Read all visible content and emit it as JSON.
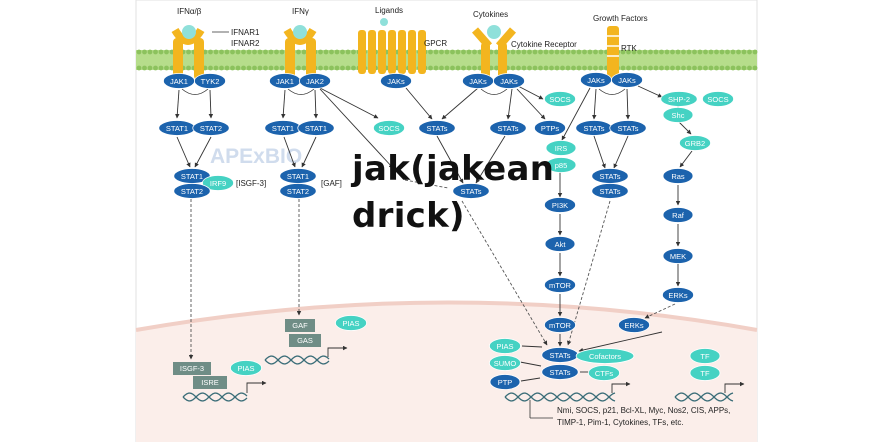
{
  "overlay": {
    "line1": "jak(jakean",
    "line2": "drick)"
  },
  "watermark": "APExBIO",
  "colors": {
    "dark": "#1c63ad",
    "teal": "#45d2c3",
    "membrane": "#b6dd8b",
    "nucleus": "#fbeeea",
    "gray": "#6f8d86"
  },
  "labels": {
    "ifnab": "IFNα/β",
    "ifng": "IFNγ",
    "ligands": "Ligands",
    "cytokines": "Cytokines",
    "growth": "Growth Factors",
    "ifnar1": "IFNAR1",
    "ifnar2": "IFNAR2",
    "gpcr": "GPCR",
    "cytokine_receptor": "Cytokine Receptor",
    "rtk": "RTK",
    "isgf3": "[ISGF-3]",
    "gaf": "[GAF]",
    "targets1": "Nmi, SOCS, p21, Bcl-XL, Myc, Nos2, CIS, APPs,",
    "targets2": "TIMP-1, Pim-1, Cytokines, TFs, etc."
  },
  "nodes": {
    "jak1_a": "JAK1",
    "tyk2": "TYK2",
    "jak1_b": "JAK1",
    "jak2": "JAK2",
    "jaks_gpcr": "JAKs",
    "jaks_c1": "JAKs",
    "jaks_c2": "JAKs",
    "socs_c": "SOCS",
    "jaks_r1": "JAKs",
    "jaks_r2": "JAKs",
    "shp2": "SHP-2",
    "socs_r": "SOCS",
    "stat1_a": "STAT1",
    "stat2_a": "STAT2",
    "stat1_b": "STAT1",
    "stat1_c": "STAT1",
    "socs_g": "SOCS",
    "stats_1": "STATs",
    "stats_2": "STATs",
    "ptps": "PTPs",
    "stats_3": "STATs",
    "stats_4": "STATs",
    "shc": "Shc",
    "irs": "IRS",
    "p85": "p85",
    "grb2": "GRB2",
    "stat1_d": "STAT1",
    "irf9": "IRF9",
    "stat2_d": "STAT2",
    "stat1_e": "STAT1",
    "stat2_e": "STAT2",
    "stats_m": "STATs",
    "stats_r1": "STATs",
    "stats_r2": "STATs",
    "pi3k": "PI3K",
    "ras": "Ras",
    "akt": "Akt",
    "raf": "Raf",
    "mek": "MEK",
    "mtor_1": "mTOR",
    "erks_1": "ERKs",
    "mtor_2": "mTOR",
    "erks_2": "ERKs",
    "pias_1": "PIAS",
    "stats_n1": "STATs",
    "cofactors": "Cofactors",
    "tf_1": "TF",
    "sumo": "SUMO",
    "stats_n2": "STATs",
    "ctfs": "CTFs",
    "tf_2": "TF",
    "ptp": "PTP",
    "gaf_box": "GAF",
    "pias_g": "PIAS",
    "gas_box": "GAS",
    "isgf3_box": "ISGF-3",
    "pias_i": "PIAS",
    "isre_box": "ISRE"
  }
}
